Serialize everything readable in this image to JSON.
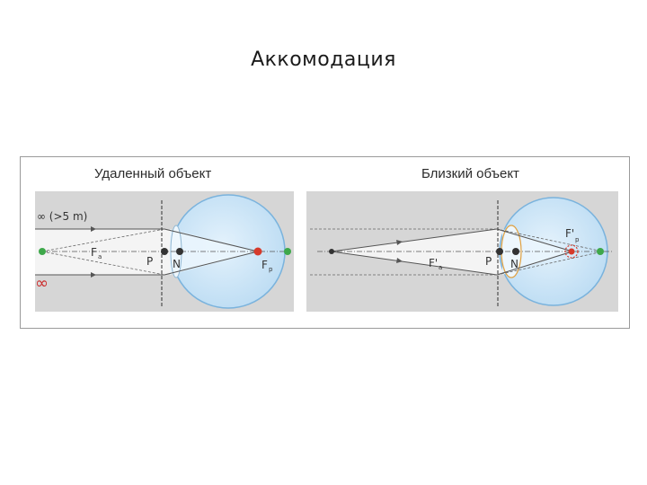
{
  "slide": {
    "title": "Аккомодация"
  },
  "panels": [
    {
      "title": "Удаленный объект",
      "labels": {
        "distance": "∞ (>5 m)",
        "infinity": "∞",
        "Fa": "F",
        "Fa_sub": "a",
        "P": "P",
        "N": "N",
        "Fp": "F",
        "Fp_sub": "p"
      }
    },
    {
      "title": "Близкий объект",
      "labels": {
        "Fa": "F'",
        "Fa_sub": "a",
        "P": "P",
        "N": "N",
        "Fp": "F'",
        "Fp_sub": "p"
      }
    }
  ],
  "colors": {
    "panel_bg": "#d6d6d6",
    "eye_fill": "#cfe6f7",
    "eye_stroke": "#7ab3dd",
    "point_green": "#3ea84a",
    "point_red": "#d63a2b",
    "point_dark": "#333333",
    "infinity_red": "#cc2a2a",
    "lens_stroke": "#e0a040"
  }
}
